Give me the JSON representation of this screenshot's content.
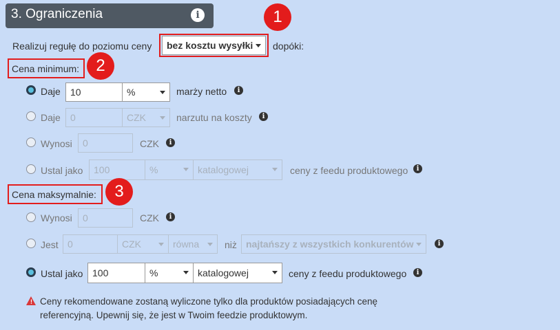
{
  "header": {
    "title": "3. Ograniczenia",
    "info_glyph": "i"
  },
  "rule": {
    "prefix": "Realizuj regułę do poziomu ceny",
    "select_value": "bez kosztu wysyłki",
    "suffix": "dopóki:"
  },
  "badges": [
    "1",
    "2",
    "3"
  ],
  "min": {
    "label": "Cena minimum:",
    "row1": {
      "radio_label": "Daje",
      "value": "10",
      "unit": "%",
      "suffix": "marży netto",
      "selected": true
    },
    "row2": {
      "radio_label": "Daje",
      "value": "0",
      "unit": "CZK",
      "suffix": "narzutu na koszty"
    },
    "row3": {
      "radio_label": "Wynosi",
      "value": "0",
      "suffix": "CZK"
    },
    "row4": {
      "radio_label": "Ustal jako",
      "value": "100",
      "unit": "%",
      "base": "katalogowej",
      "suffix": "ceny z feedu produktowego"
    }
  },
  "max": {
    "label": "Cena maksymalnie:",
    "row1": {
      "radio_label": "Wynosi",
      "value": "0",
      "suffix": "CZK"
    },
    "row2": {
      "radio_label": "Jest",
      "value": "0",
      "unit": "CZK",
      "compare": "równa",
      "mid": "niż",
      "competitor": "najtańszy z wszystkich konkurentów"
    },
    "row3": {
      "radio_label": "Ustal jako",
      "value": "100",
      "unit": "%",
      "base": "katalogowej",
      "suffix": "ceny z feedu produktowego",
      "selected": true
    }
  },
  "warning": {
    "line1": "Ceny rekomendowane zostaną wyliczone tylko dla produktów posiadających cenę",
    "line2": "referencyjną. Upewnij się, że jest w Twoim feedzie produktowym."
  }
}
